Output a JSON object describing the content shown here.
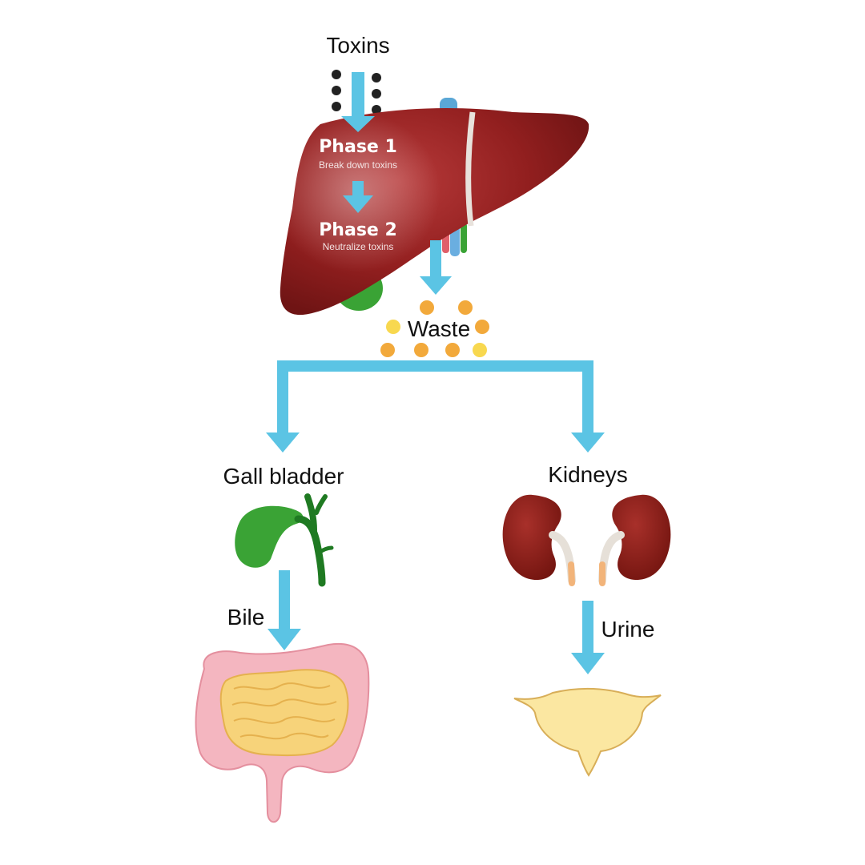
{
  "labels": {
    "toxins": "Toxins",
    "phase1": "Phase 1",
    "phase1_sub": "Break down toxins",
    "phase2": "Phase 2",
    "phase2_sub": "Neutralize toxins",
    "waste": "Waste",
    "gall_bladder": "Gall bladder",
    "kidneys": "Kidneys",
    "bile": "Bile",
    "urine": "Urine"
  },
  "colors": {
    "arrow": "#5bc4e4",
    "liver": "#8e1b1b",
    "gall": "#3aa335",
    "kidney": "#8a1c17",
    "waste_dot": "#f2a93b",
    "bladder": "#fbe7a1",
    "intestine_large": "#f4b6c0",
    "intestine_small": "#f7d37a"
  }
}
